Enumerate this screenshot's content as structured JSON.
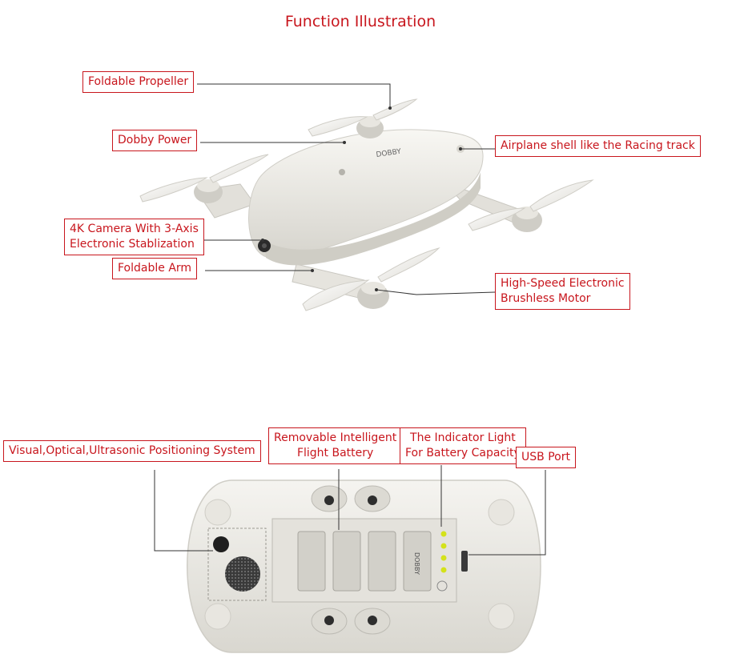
{
  "title": "Function Illustration",
  "callouts": {
    "foldable_propeller": "Foldable Propeller",
    "dobby_power": "Dobby Power",
    "airplane_shell": "Airplane shell like the Racing track",
    "camera_line1": "4K Camera With 3-Axis",
    "camera_line2": "Electronic Stablization",
    "foldable_arm": "Foldable Arm",
    "motor_line1": "High-Speed Electronic",
    "motor_line2": "Brushless Motor",
    "positioning": "Visual,Optical,Ultrasonic Positioning System",
    "battery_line1": "Removable Intelligent",
    "battery_line2": "Flight Battery",
    "indicator_line1": "The Indicator Light",
    "indicator_line2": "For Battery Capacity",
    "usb_port": "USB Port"
  },
  "drone_labels": {
    "shell_brand": "DOBBY",
    "battery_brand": "DOBBY"
  },
  "colors": {
    "accent": "#c8161d",
    "leader": "#333333",
    "body": "#ecebe6",
    "indicator": "#d4e21a"
  }
}
